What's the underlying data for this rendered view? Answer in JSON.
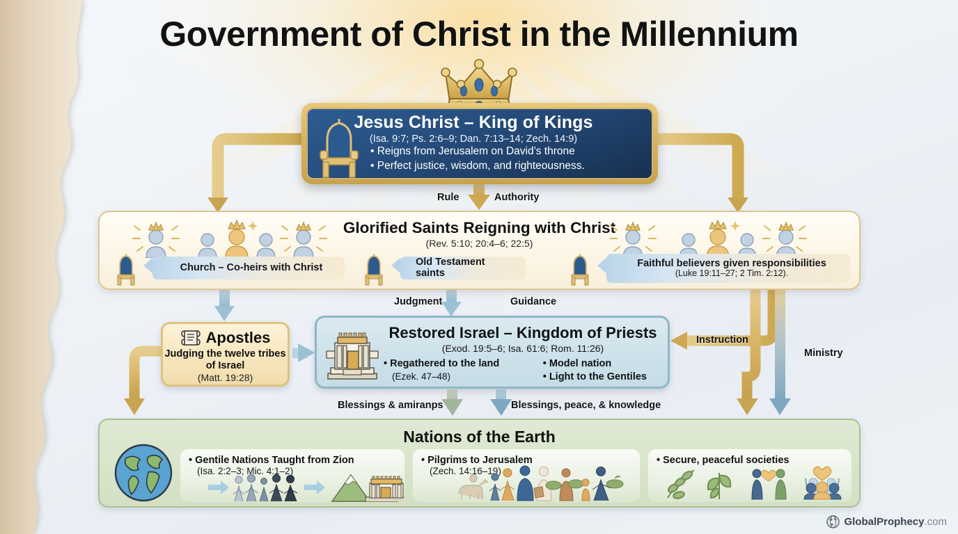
{
  "title": "Government of Christ in the Millennium",
  "king": {
    "icon": "throne-icon",
    "crown": "crown-icon",
    "title": "Jesus Christ – King of Kings",
    "refs": "(Isa. 9:7; Ps. 2:6–9; Dan. 7:13–14; Zech. 14:9)",
    "bullets": [
      "• Reigns from Jerusalem on David’s throne",
      "• Perfect justice, wisdom, and righteousness."
    ]
  },
  "saints": {
    "title": "Glorified Saints Reigning with Christ",
    "refs": "(Rev. 5:10; 20:4–6; 22:5)",
    "pills": [
      {
        "label": "Church – Co-heirs with Christ",
        "sub": ""
      },
      {
        "label": "Old Testament saints",
        "sub": ""
      },
      {
        "label": "Faithful believers given responsibilities",
        "sub": "(Luke 19:11–27; 2 Tim. 2:12)."
      }
    ]
  },
  "apostles": {
    "icon": "scroll-icon",
    "title": "Apostles",
    "sub": "Judging the twelve tribes of Israel",
    "ref": "(Matt. 19:28)"
  },
  "israel": {
    "icon": "temple-icon",
    "title": "Restored Israel – Kingdom of Priests",
    "refs": "(Exod. 19:5–6; Isa. 61:6; Rom. 11:26)",
    "col1": [
      {
        "text": "Regathered to the land",
        "ref": "(Ezek. 47–48)"
      }
    ],
    "col2": [
      {
        "text": "Model nation",
        "ref": ""
      },
      {
        "text": "Light to the Gentiles",
        "ref": ""
      }
    ]
  },
  "nations": {
    "title": "Nations of the Earth",
    "globe_icon": "globe-icon",
    "cards": [
      {
        "head": "• Gentile Nations Taught from Zion",
        "ref": "(Isa. 2:2–3; Mic. 4:1–2)",
        "icons": "pilgrims-walking-to-mountain-temple"
      },
      {
        "head": "• Pilgrims to Jerusalem",
        "ref": "(Zech. 14:16–19)",
        "icons": "pilgrim-caravan"
      },
      {
        "head": "• Secure, peaceful societies",
        "ref": "",
        "icons": "olive-branch-plant-people-heart"
      }
    ]
  },
  "arrow_labels": {
    "rule": "Rule",
    "authority": "Authority",
    "judgment": "Judgment",
    "guidance": "Guidance",
    "instruction": "Instruction",
    "ministry": "Ministry",
    "blessings_left": "Blessings & amiranps",
    "blessings_right": "Blessings, peace, & knowledge"
  },
  "footer": {
    "brand": "GlobalProphecy",
    "tld": ".com",
    "icon": "globe-icon"
  },
  "colors": {
    "gold": "#d9b45f",
    "gold_dark": "#c09b45",
    "navy": "#274f80",
    "blue_arrow": "#9cc0d4",
    "green_panel": "#d9e5cb",
    "cream_panel": "#fdf6e6",
    "teal_panel": "#cee2ea"
  }
}
